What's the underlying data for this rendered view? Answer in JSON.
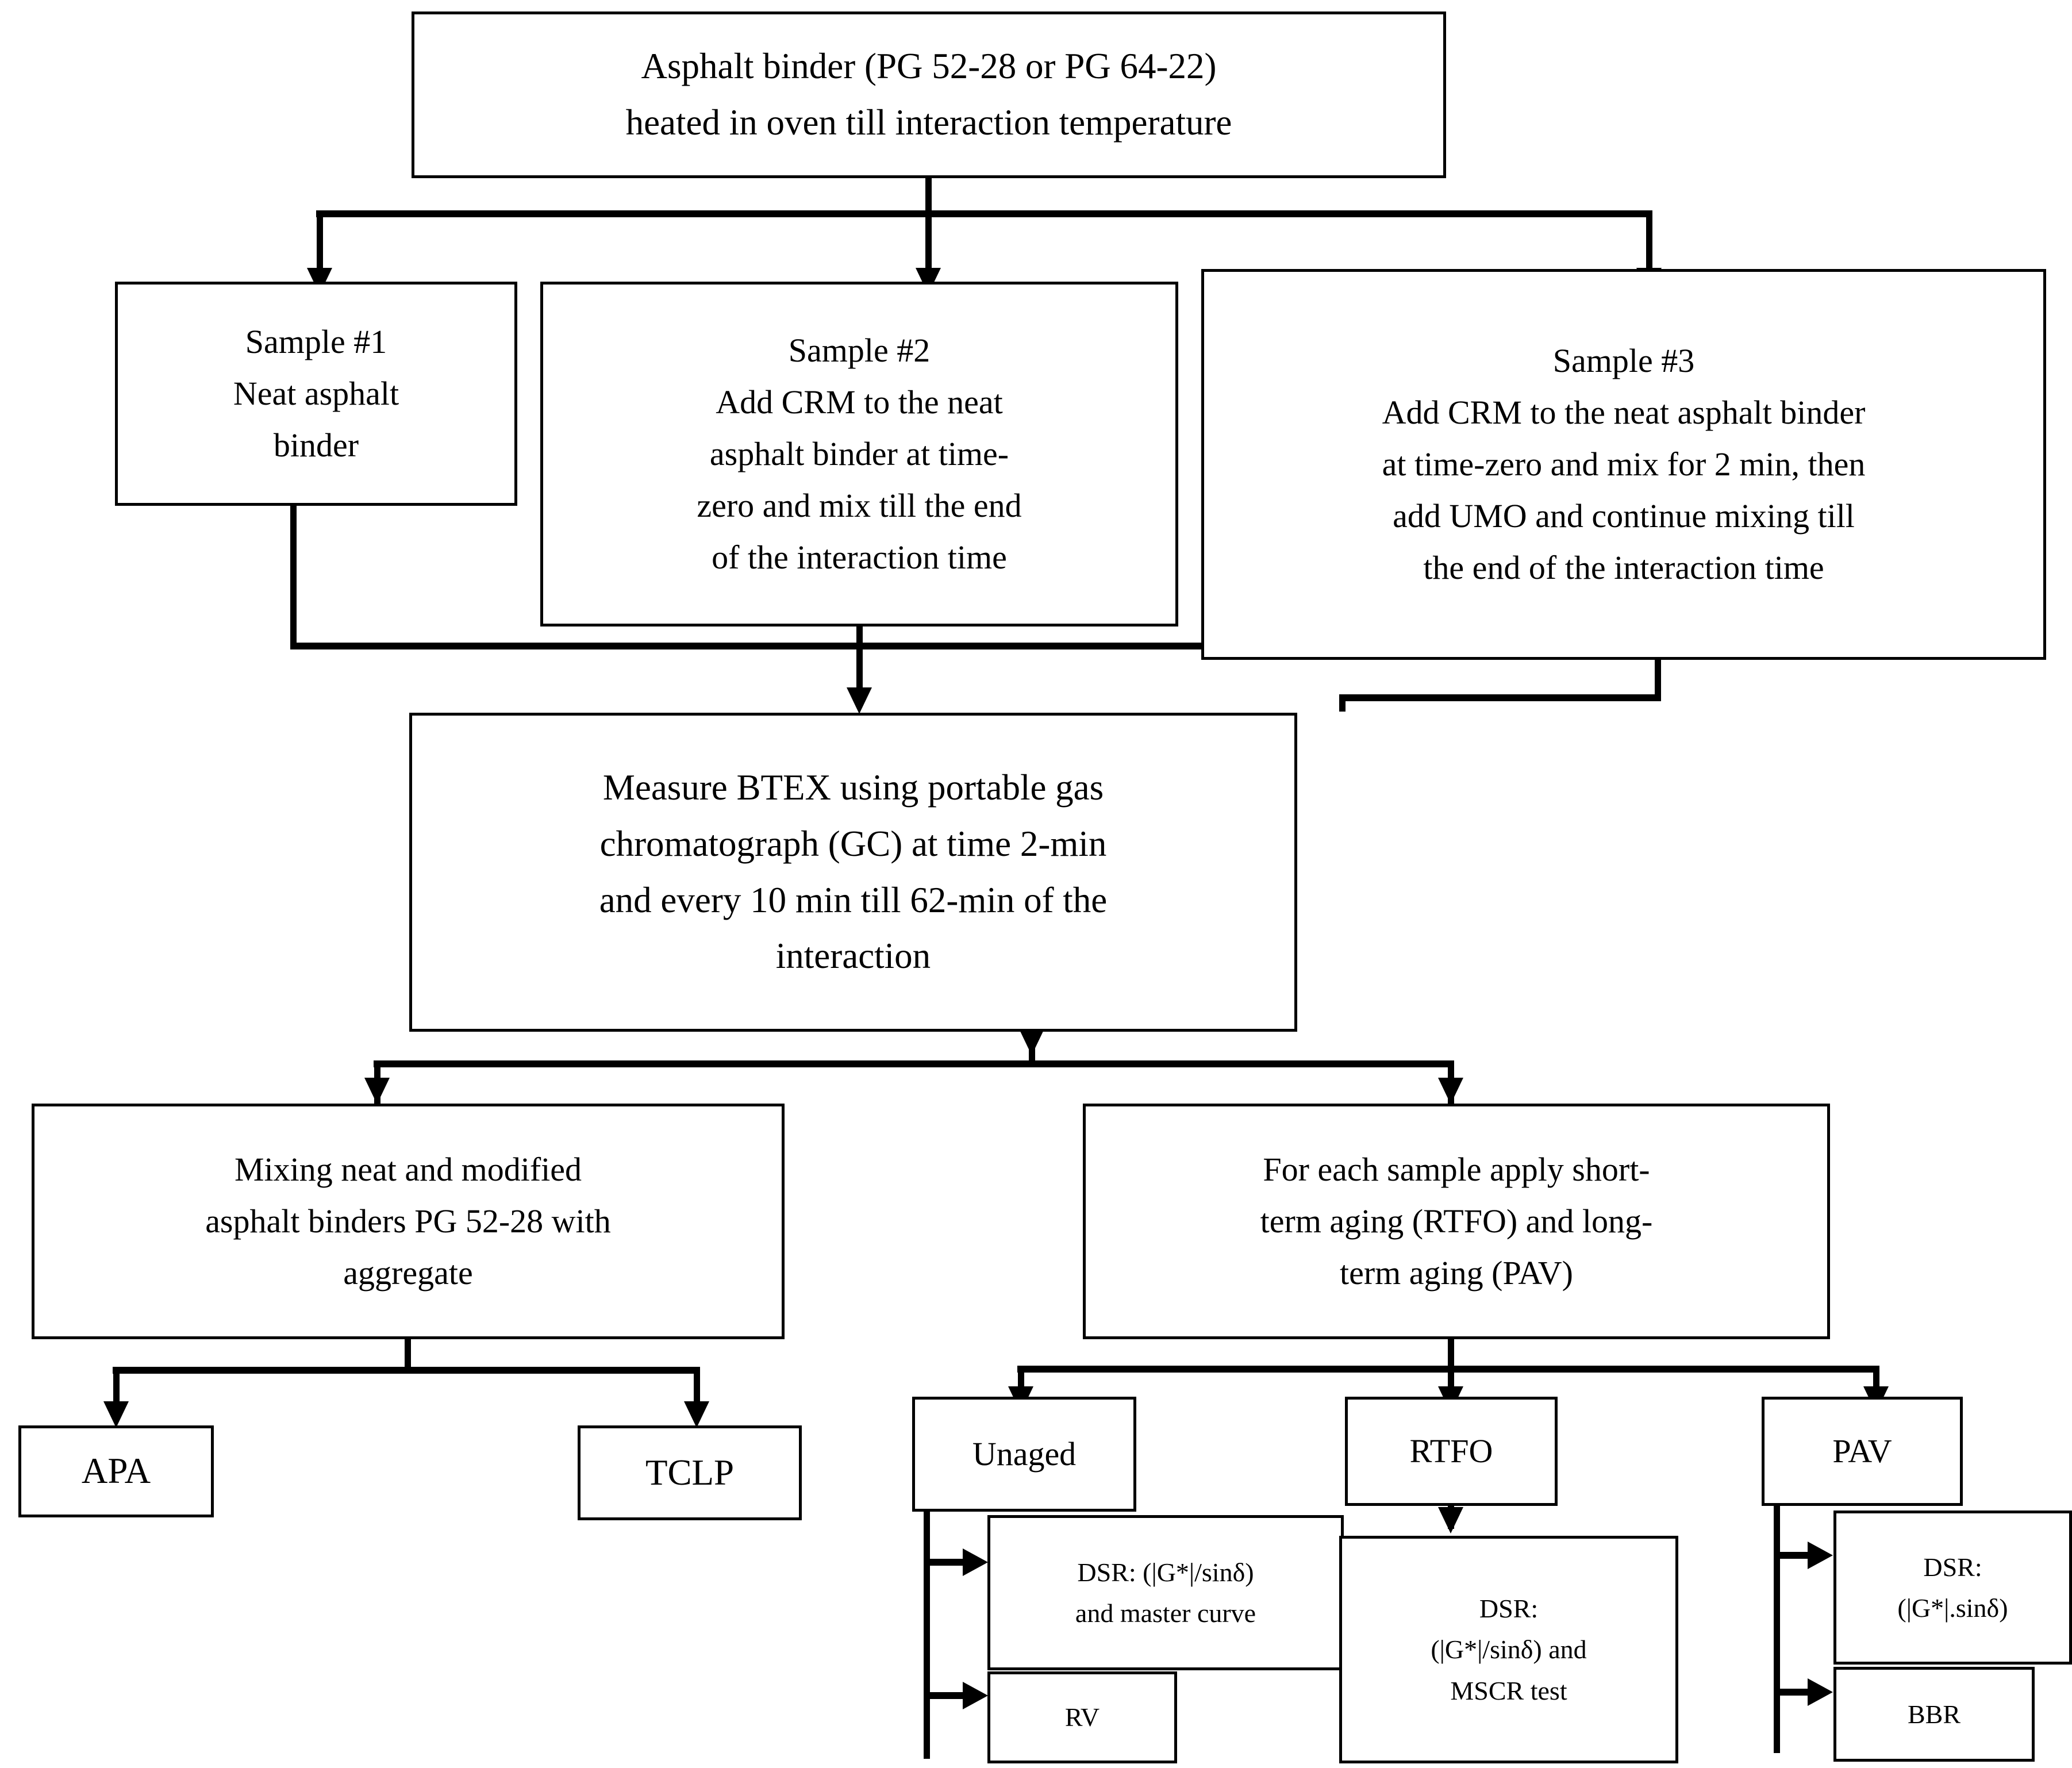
{
  "diagram": {
    "title": "Asphalt binder experimental program flowchart",
    "accent_color": "#000000",
    "background_color": "#ffffff"
  },
  "nodes": {
    "binder": "Asphalt binder (PG 52-28 or PG 64-22)\nheated in oven till interaction temperature",
    "sample1": "Sample #1\nNeat asphalt\nbinder",
    "sample2": "Sample #2\nAdd CRM to the neat\nasphalt binder at time-\nzero and mix till the end\nof the interaction time",
    "sample3": "Sample #3\nAdd CRM to the neat asphalt binder\nat time-zero and mix for 2 min, then\nadd UMO and continue mixing till\nthe end of the interaction time",
    "btex": "Measure BTEX using portable gas\nchromatograph (GC) at time 2-min\nand every 10 min till 62-min of the\ninteraction",
    "mixing": "Mixing neat and modified\nasphalt binders PG 52-28 with\naggregate",
    "aging": "For each sample apply short-\nterm aging (RTFO) and long-\nterm aging (PAV)",
    "apa": "APA",
    "tclp": "TCLP",
    "unaged": "Unaged",
    "rtfo": "RTFO",
    "pav": "PAV",
    "dsr_unaged": "DSR: (|G*|/sinδ)\nand master curve",
    "rv": "RV",
    "dsr_rtfo": "DSR:\n(|G*|/sinδ) and\nMSCR test",
    "dsr_pav": "DSR:\n(|G*|.sinδ)",
    "bbr": "BBR"
  }
}
